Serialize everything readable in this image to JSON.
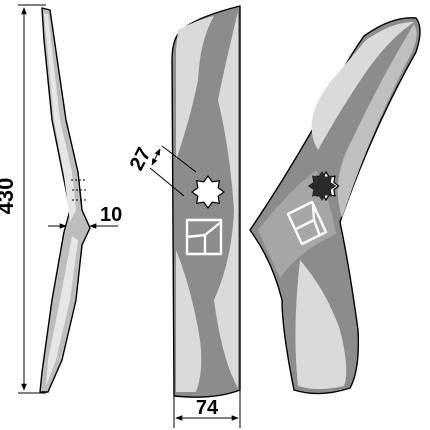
{
  "dimensions": {
    "length": "430",
    "thickness": "10",
    "hole_diameter": "27",
    "width": "74"
  },
  "colors": {
    "blade_light": "#dadada",
    "blade_dark": "#8c8c8c",
    "outline": "#000000",
    "background": "#ffffff"
  },
  "icons": {
    "mount_hole": "star-hole-icon",
    "brand_mark": "square-logo-mark-icon"
  }
}
